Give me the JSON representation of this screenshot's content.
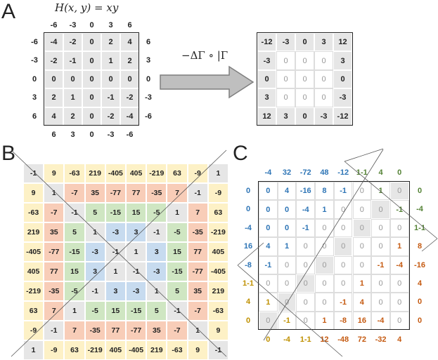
{
  "panels": {
    "a": "A",
    "b": "B",
    "c": "C"
  },
  "panel_a": {
    "formula": "H(x, y) = xy",
    "operator": "−ΔΓ ∘ |Γ",
    "col_labels_top": [
      "-6",
      "-3",
      "0",
      "3",
      "6"
    ],
    "row_labels_left": [
      "-6",
      "-3",
      "0",
      "3",
      "6"
    ],
    "row_labels_right": [
      "6",
      "3",
      "0",
      "-3",
      "-6"
    ],
    "col_labels_bottom": [
      "6",
      "3",
      "0",
      "-3",
      "-6"
    ],
    "matrix": [
      [
        "-4",
        "-2",
        "0",
        "2",
        "4"
      ],
      [
        "-2",
        "-1",
        "0",
        "1",
        "2"
      ],
      [
        "0",
        "0",
        "0",
        "0",
        "0"
      ],
      [
        "2",
        "1",
        "0",
        "-1",
        "-2"
      ],
      [
        "4",
        "2",
        "0",
        "-2",
        "-4"
      ]
    ],
    "result": [
      [
        "-12",
        "-3",
        "0",
        "3",
        "12"
      ],
      [
        "-3",
        "0",
        "0",
        "0",
        "3"
      ],
      [
        "0",
        "0",
        "0",
        "0",
        "0"
      ],
      [
        "3",
        "0",
        "0",
        "0",
        "-3"
      ],
      [
        "12",
        "3",
        "0",
        "-3",
        "-12"
      ]
    ],
    "result_light": [
      [
        false,
        false,
        false,
        false,
        false
      ],
      [
        false,
        true,
        true,
        true,
        false
      ],
      [
        false,
        true,
        true,
        true,
        false
      ],
      [
        false,
        true,
        true,
        true,
        false
      ],
      [
        false,
        false,
        false,
        false,
        false
      ]
    ]
  },
  "panel_b": {
    "matrix": [
      [
        "-1",
        "9",
        "-63",
        "219",
        "-405",
        "405",
        "-219",
        "63",
        "-9",
        "1"
      ],
      [
        "9",
        "1",
        "-7",
        "35",
        "-77",
        "77",
        "-35",
        "7",
        "-1",
        "-9"
      ],
      [
        "-63",
        "-7",
        "-1",
        "5",
        "-15",
        "15",
        "-5",
        "1",
        "7",
        "63"
      ],
      [
        "219",
        "35",
        "5",
        "1",
        "-3",
        "3",
        "-1",
        "-5",
        "-35",
        "-219"
      ],
      [
        "-405",
        "-77",
        "-15",
        "-3",
        "-1",
        "1",
        "3",
        "15",
        "77",
        "405"
      ],
      [
        "405",
        "77",
        "15",
        "3",
        "1",
        "-1",
        "-3",
        "-15",
        "-77",
        "-405"
      ],
      [
        "-219",
        "-35",
        "-5",
        "-1",
        "3",
        "-3",
        "1",
        "5",
        "35",
        "219"
      ],
      [
        "63",
        "7",
        "1",
        "-5",
        "15",
        "-15",
        "5",
        "-1",
        "-7",
        "-63"
      ],
      [
        "-9",
        "-1",
        "7",
        "-35",
        "77",
        "-77",
        "35",
        "-7",
        "1",
        "9"
      ],
      [
        "1",
        "-9",
        "63",
        "-219",
        "405",
        "-405",
        "219",
        "-63",
        "9",
        "-1"
      ]
    ],
    "colors": {
      "gray": "#e6e6e6",
      "yellow": "#fdf1c6",
      "orange": "#f8cdb8",
      "green": "#cfe6c2",
      "blue": "#c7dbef"
    }
  },
  "panel_c": {
    "top_labels": [
      "-4",
      "32",
      "-72",
      "48",
      "-12",
      "1-1",
      "4",
      "0"
    ],
    "bottom_labels": [
      "0",
      "-4",
      "1-1",
      "12",
      "-48",
      "72",
      "-32",
      "4"
    ],
    "left_labels": [
      "0",
      "0",
      "-4",
      "16",
      "-8",
      "1-1",
      "4",
      "0"
    ],
    "right_labels": [
      "0",
      "-4",
      "1-1",
      "8",
      "-16",
      "4",
      "0",
      "0"
    ],
    "matrix": [
      [
        "0",
        "4",
        "-16",
        "8",
        "-1",
        "0",
        "1",
        "0"
      ],
      [
        "0",
        "0",
        "-4",
        "1",
        "0",
        "0",
        "0",
        "-1"
      ],
      [
        "0",
        "0",
        "-1",
        "0",
        "0",
        "0",
        "0",
        "0"
      ],
      [
        "4",
        "1",
        "0",
        "0",
        "0",
        "0",
        "0",
        "1"
      ],
      [
        "-1",
        "0",
        "0",
        "0",
        "0",
        "0",
        "-1",
        "-4"
      ],
      [
        "0",
        "0",
        "0",
        "0",
        "0",
        "1",
        "0",
        "0"
      ],
      [
        "1",
        "0",
        "0",
        "0",
        "-1",
        "4",
        "0",
        "0"
      ],
      [
        "0",
        "-1",
        "0",
        "1",
        "-8",
        "16",
        "-4",
        "0"
      ]
    ],
    "colors": {
      "blue": "#2e75b6",
      "green": "#548235",
      "orange": "#c55a11",
      "yellow": "#bf9000",
      "gray": "#999999"
    }
  }
}
